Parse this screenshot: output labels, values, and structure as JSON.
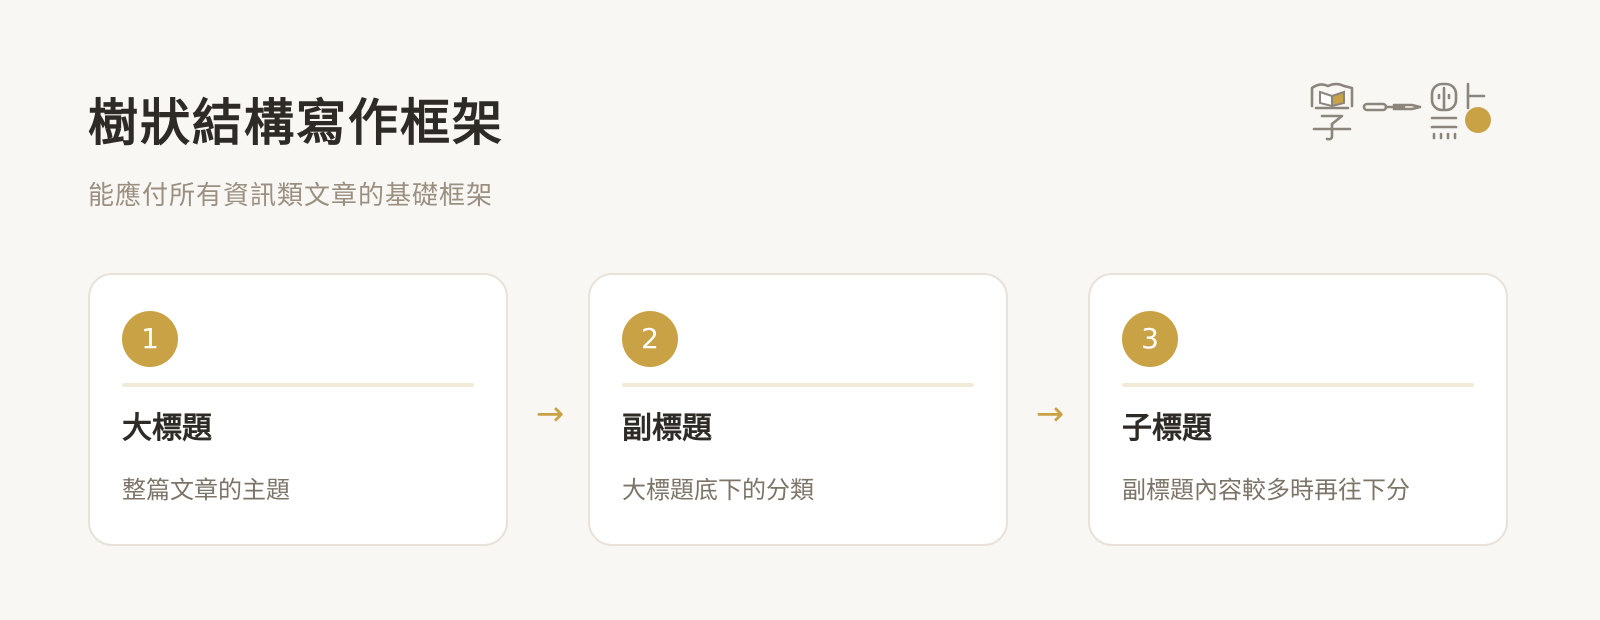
{
  "header": {
    "title": "樹狀結構寫作框架",
    "subtitle": "能應付所有資訊類文章的基礎框架"
  },
  "logo": {
    "text": "學一點",
    "icon": "book-pen-dot-logo",
    "accent_color": "#c9a246",
    "stroke_color": "#8c857b"
  },
  "arrow_glyph": "→",
  "steps": [
    {
      "number": "1",
      "title": "大標題",
      "description": "整篇文章的主題"
    },
    {
      "number": "2",
      "title": "副標題",
      "description": "大標題底下的分類"
    },
    {
      "number": "3",
      "title": "子標題",
      "description": "副標題內容較多時再往下分"
    }
  ],
  "colors": {
    "background": "#f9f7f4",
    "accent": "#c9a246",
    "card_border": "#e8e2d8",
    "divider": "#f1ead6",
    "title_text": "#2e2b26",
    "subtitle_text": "#9a8f80",
    "description_text": "#7d7468"
  }
}
